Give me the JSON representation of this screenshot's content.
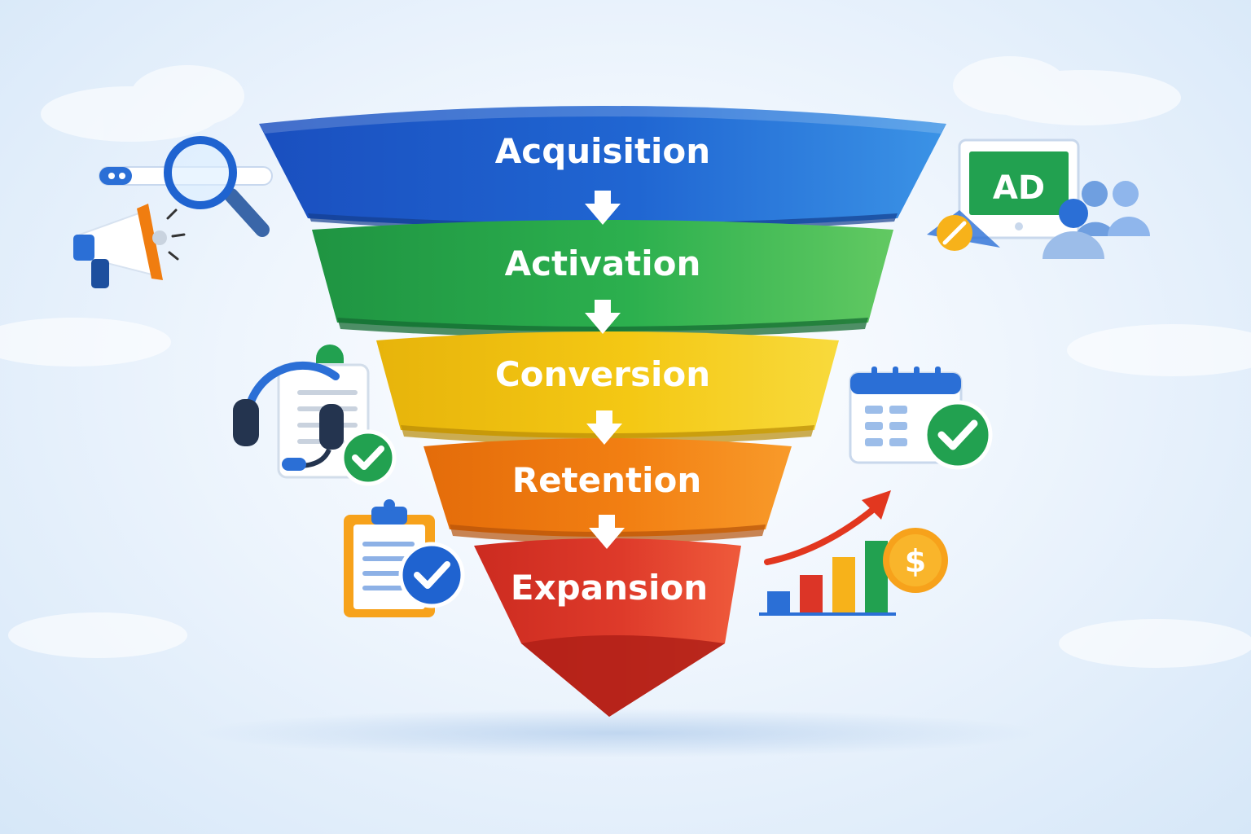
{
  "funnel": {
    "stages": [
      {
        "label": "Acquisition",
        "color": "#1e5bc6"
      },
      {
        "label": "Activation",
        "color": "#24a148"
      },
      {
        "label": "Conversion",
        "color": "#f1c40f"
      },
      {
        "label": "Retention",
        "color": "#f07d10"
      },
      {
        "label": "Expansion",
        "color": "#dc3527"
      }
    ]
  },
  "icons": {
    "left": [
      "search-icon",
      "megaphone-icon",
      "headset-document-icon",
      "checklist-clipboard-icon"
    ],
    "right": [
      "ad-screen-icon",
      "audience-icon",
      "calendar-check-icon",
      "growth-chart-icon",
      "dollar-coin-icon"
    ]
  },
  "ad_screen": {
    "label": "AD"
  },
  "coin": {
    "label": "$"
  }
}
